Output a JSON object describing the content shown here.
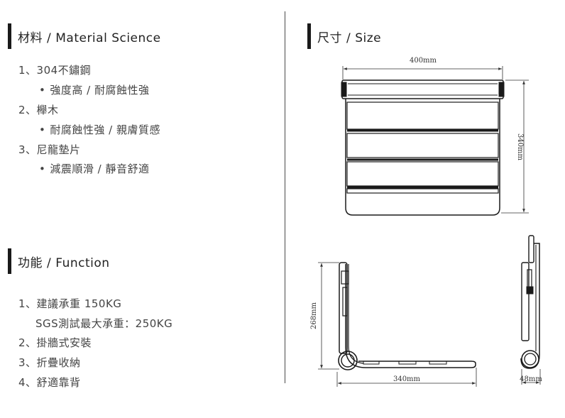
{
  "materials": {
    "title_zh": "材料",
    "separator": "/",
    "title_en": "Material Science",
    "items": [
      {
        "num": "1、",
        "text": "304不鏽鋼",
        "detail": "強度高 / 耐腐蝕性強"
      },
      {
        "num": "2、",
        "text": "櫸木",
        "detail": "耐腐蝕性強 / 親膚質感"
      },
      {
        "num": "3、",
        "text": "尼龍墊片",
        "detail": "減震順滑 / 靜音舒適"
      }
    ]
  },
  "functions": {
    "title_zh": "功能",
    "separator": "/",
    "title_en": "Function",
    "items": [
      {
        "num": "1、",
        "text": "建議承重 150KG",
        "sub": "SGS測試最大承重：250KG"
      },
      {
        "num": "2、",
        "text": "掛牆式安裝"
      },
      {
        "num": "3、",
        "text": "折疊收納"
      },
      {
        "num": "4、",
        "text": "舒適靠背"
      }
    ]
  },
  "size": {
    "title_zh": "尺寸",
    "separator": "/",
    "title_en": "Size",
    "front_width": "400mm",
    "front_height": "340mm",
    "side_height": "268mm",
    "side_depth": "340mm",
    "folded_depth": "48mm"
  }
}
